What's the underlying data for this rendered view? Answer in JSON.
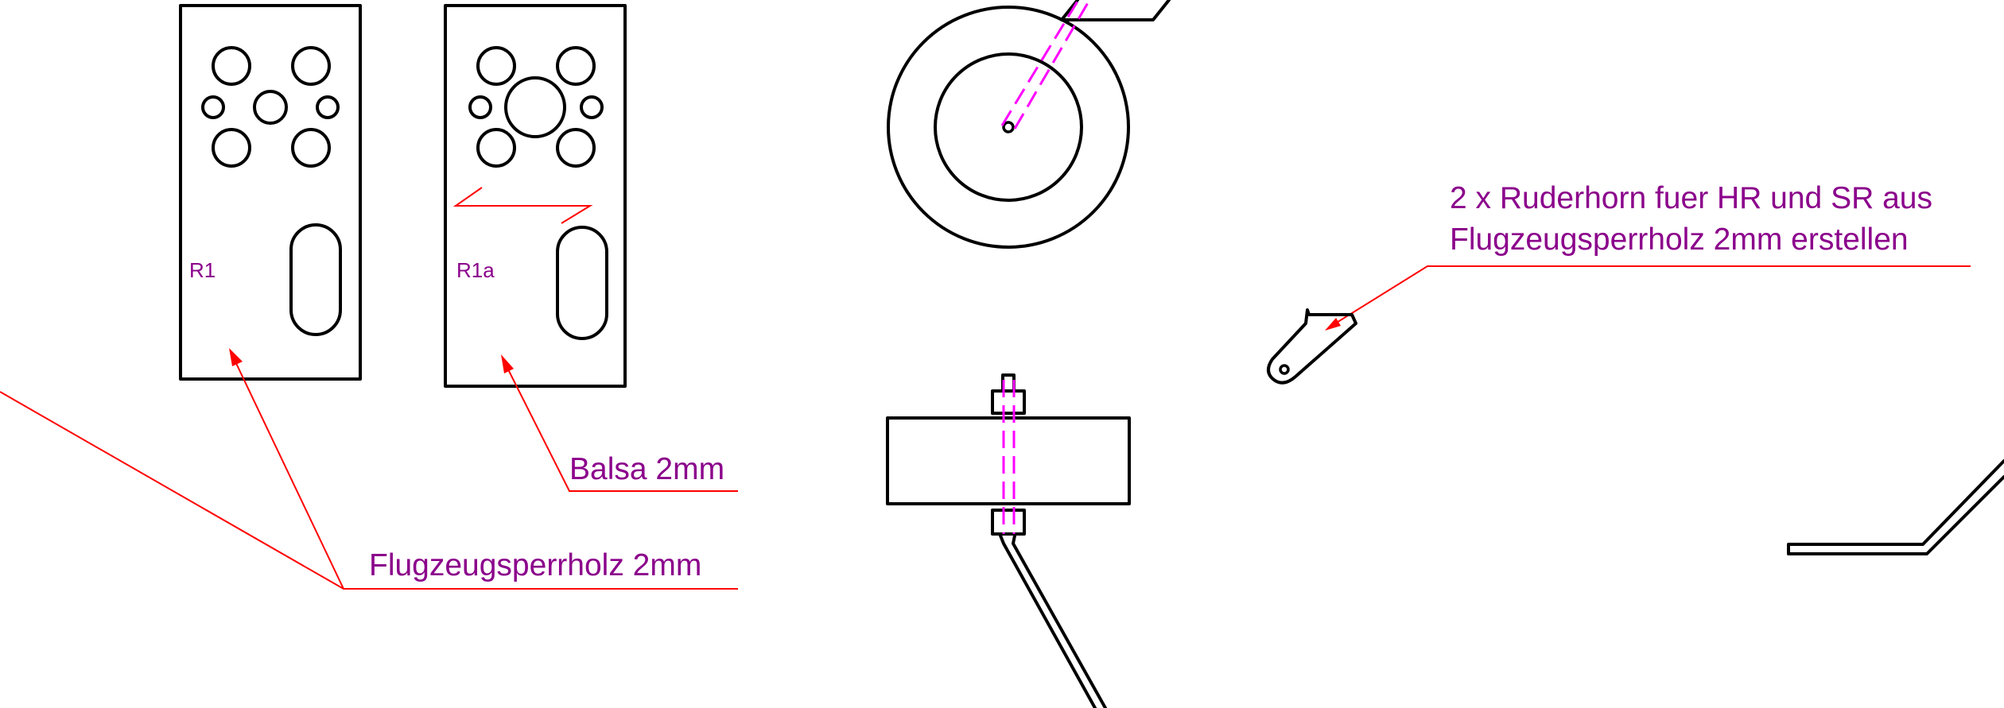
{
  "labels": {
    "part_r1": "R1",
    "part_r1a": "R1a",
    "material_balsa": "Balsa 2mm",
    "material_plywood": "Flugzeugsperrholz 2mm",
    "rudder_horn_line1": "2 x Ruderhorn fuer HR und SR aus",
    "rudder_horn_line2": "Flugzeugsperrholz 2mm erstellen"
  },
  "colors": {
    "outline": "#000000",
    "hidden_line": "#ff00ff",
    "leader_line": "#ff0000",
    "label_text": "#8b008b"
  }
}
